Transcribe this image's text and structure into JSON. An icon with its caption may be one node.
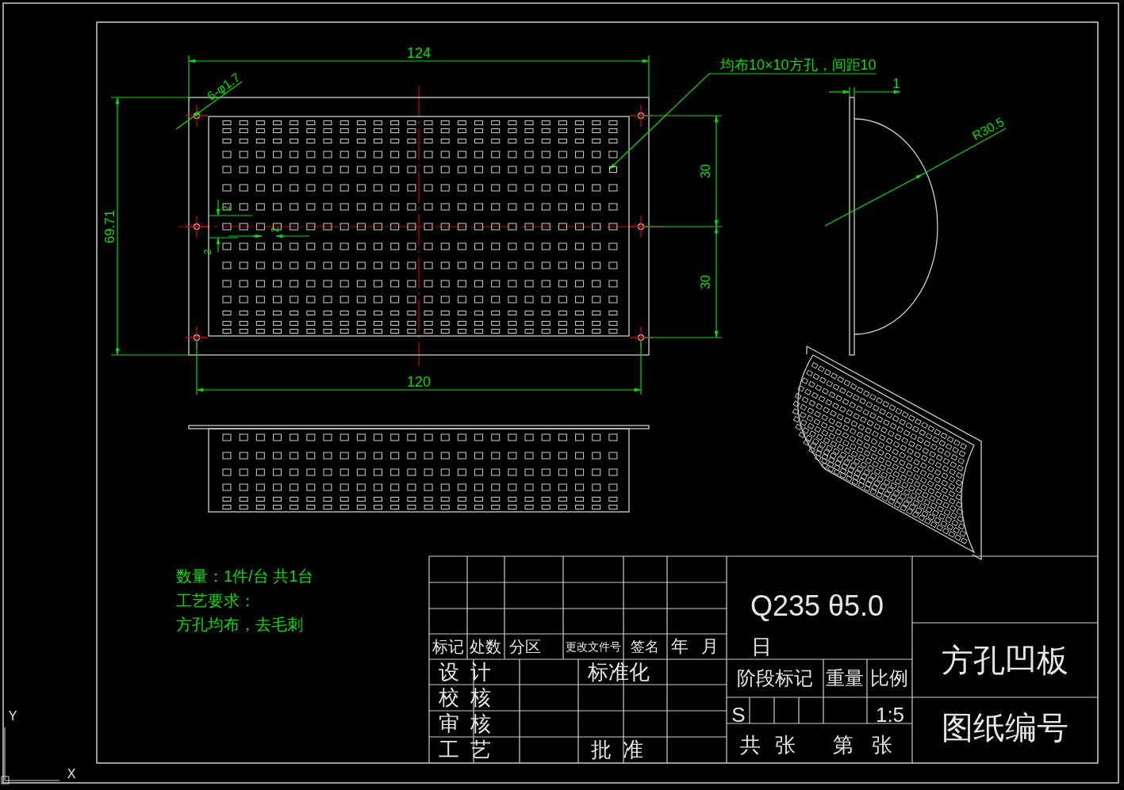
{
  "diagram": {
    "nodes": [
      {
        "text": [
          "均布10×10方孔，间距10"
        ]
      },
      {
        "text": [],
        "shape": "box"
      }
    ],
    "edges": [
      {
        "from": 0,
        "to": 1,
        "arrow": "to"
      }
    ],
    "labels": [
      "124",
      "6-φ1.7",
      "69.71",
      "2",
      "2",
      "2",
      "30",
      "30",
      "120",
      "1",
      "R30.5",
      "数量：1件/台 共1台",
      "工艺要求：",
      "方孔均布，去毛刺",
      "Q235 θ5.0",
      "标记",
      "处数",
      "分区",
      "更改文件号",
      "签名",
      "年",
      "月",
      "日",
      "设计",
      "标准化",
      "阶段标记",
      "重量",
      "比例",
      "方孔凹板",
      "校核",
      "S",
      "1:5",
      "审核",
      "图纸编号",
      "工艺",
      "批准",
      "共",
      "张",
      "第",
      "张",
      "Y",
      "X"
    ]
  }
}
